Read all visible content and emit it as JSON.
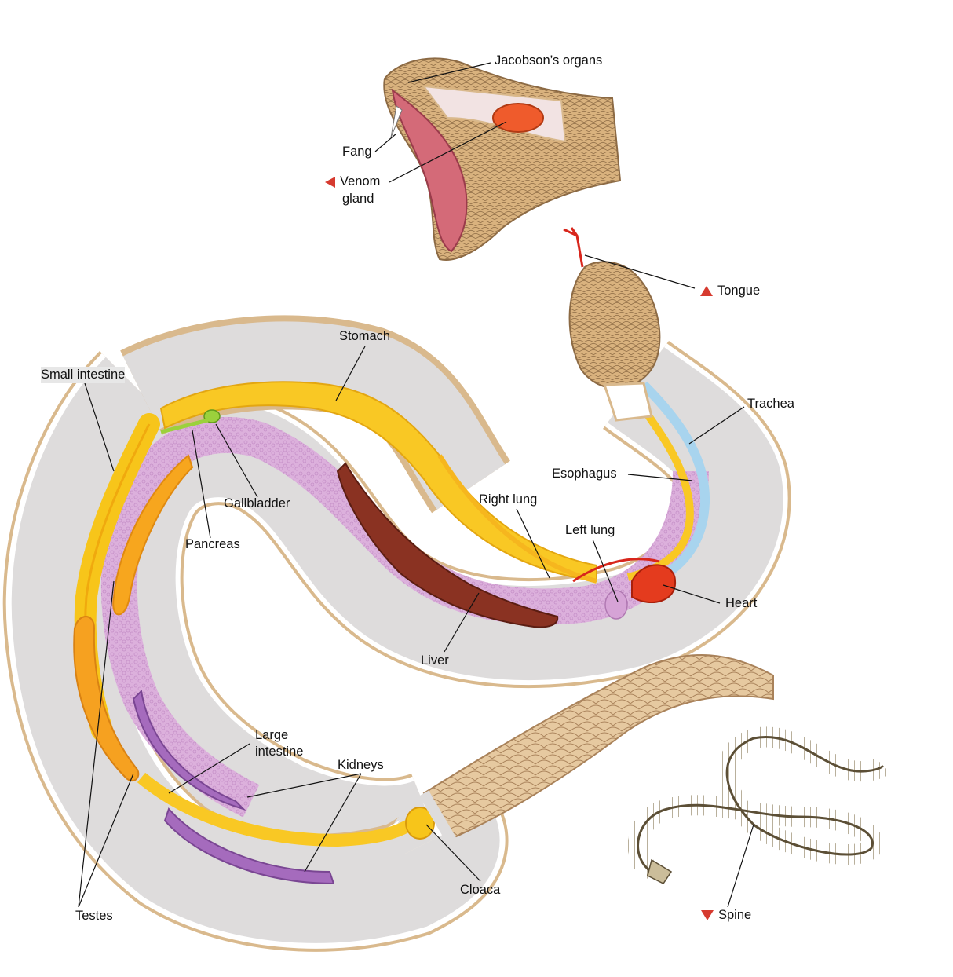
{
  "labels": {
    "jacobsons_organs": "Jacobson’s organs",
    "fang": "Fang",
    "venom_gland_line1": "Venom",
    "venom_gland_line2": "gland",
    "tongue": "Tongue",
    "stomach": "Stomach",
    "small_intestine": "Small intestine",
    "trachea": "Trachea",
    "esophagus": "Esophagus",
    "gallbladder": "Gallbladder",
    "right_lung": "Right lung",
    "pancreas": "Pancreas",
    "left_lung": "Left lung",
    "heart": "Heart",
    "liver": "Liver",
    "large_intestine_line1": "Large",
    "large_intestine_line2": "intestine",
    "kidneys": "Kidneys",
    "cloaca": "Cloaca",
    "testes": "Testes",
    "spine": "Spine"
  },
  "colors": {
    "marker_red": "#d63a2f",
    "body_outline": "#d9b98d",
    "body_gray": "#dedcdc",
    "intestine_yellow": "#f7c51a",
    "stomach_yellow": "#f9c824",
    "lung_pink": "#d6a3d6",
    "liver_brown": "#8a3222",
    "kidney_purple": "#a56bbd",
    "heart_red": "#e43b1e",
    "trachea_blue": "#a8d4ee",
    "scale_tan": "#d8b78d",
    "mouth_pink": "#d46a78",
    "venom_orange": "#ef5b2c"
  }
}
